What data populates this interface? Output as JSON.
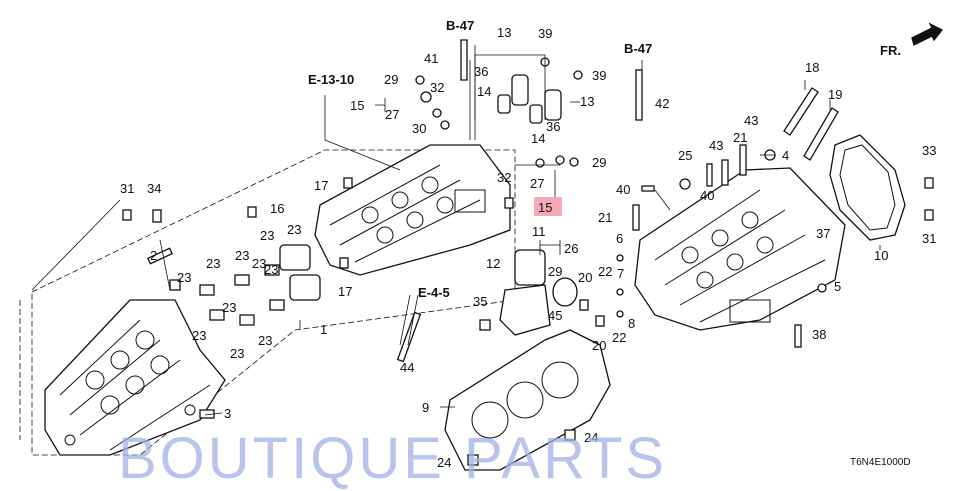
{
  "diagram": {
    "code": "T6N4E1000D",
    "watermark": "BOUTIQUE PARTS",
    "direction_label": "FR.",
    "highlight_color": "#f5a9b8",
    "watermark_color": "#9fb2e4",
    "refs": {
      "b47_left": "B-47",
      "b47_right": "B-47",
      "e1310": "E-13-10",
      "e45": "E-4-5"
    },
    "callouts": {
      "c1": "1",
      "c2": "2",
      "c3": "3",
      "c5": "5",
      "c6": "6",
      "c7": "7",
      "c8": "8",
      "c9": "9",
      "c10": "10",
      "c11": "11",
      "c12": "12",
      "c13a": "13",
      "c13b": "13",
      "c14a": "14",
      "c14b": "14",
      "c15a": "15",
      "c15b": "15",
      "c16": "16",
      "c17a": "17",
      "c17b": "17",
      "c18": "18",
      "c19": "19",
      "c20a": "20",
      "c20b": "20",
      "c21a": "21",
      "c21b": "21",
      "c22a": "22",
      "c22b": "22",
      "c23a": "23",
      "c23b": "23",
      "c23c": "23",
      "c23d": "23",
      "c23e": "23",
      "c23f": "23",
      "c23g": "23",
      "c23h": "23",
      "c23i": "23",
      "c23j": "23",
      "c23k": "23",
      "c24a": "24",
      "c24b": "24",
      "c25": "25",
      "c26": "26",
      "c27a": "27",
      "c27b": "27",
      "c29a": "29",
      "c29b": "29",
      "c29c": "29",
      "c30": "30",
      "c31a": "31",
      "c31b": "31",
      "c32a": "32",
      "c32b": "32",
      "c33": "33",
      "c34": "34",
      "c35": "35",
      "c36a": "36",
      "c36b": "36",
      "c37": "37",
      "c38": "38",
      "c39a": "39",
      "c39b": "39",
      "c40a": "40",
      "c40b": "40",
      "c41": "41",
      "c42": "42",
      "c43a": "43",
      "c43b": "43",
      "c44": "44",
      "c45": "45",
      "c4": "4"
    }
  }
}
